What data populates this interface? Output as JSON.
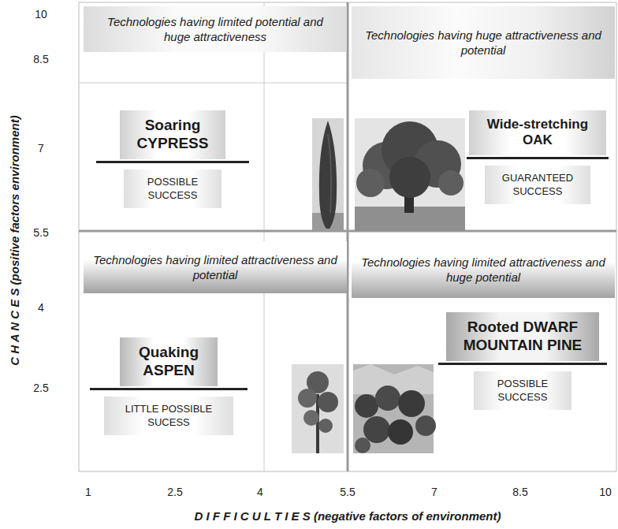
{
  "diagram": {
    "nodes": [
      {
        "text": [
          "Technologies having limited potential and huge attractiveness"
        ]
      },
      {
        "text": [
          "Technologies having huge attractiveness and potential"
        ]
      },
      {
        "text": [
          "Soaring CYPRESS",
          "POSSIBLE SUCCESS"
        ]
      },
      {
        "text": [
          "Wide-stretching OAK",
          "GUARANTEED SUCCESS"
        ]
      },
      {
        "text": [
          "Technologies having limited attractiveness and potential"
        ]
      },
      {
        "text": [
          "Technologies having limited attractiveness and huge potential"
        ]
      },
      {
        "text": [
          "Quaking ASPEN",
          "LITTLE POSSIBLE SUCESS"
        ]
      },
      {
        "text": [
          "Rooted DWARF MOUNTAIN PINE",
          "POSSIBLE SUCCESS"
        ]
      }
    ],
    "labels": [
      "10",
      "8.5",
      "7",
      "5.5",
      "4",
      "2.5",
      "C H A N C E S (positive factors environment)",
      "1",
      "2.5",
      "4",
      "5.5",
      "7",
      "8.5",
      "10",
      "D I F F I C U L T I E S (negative factors of environment)"
    ]
  }
}
